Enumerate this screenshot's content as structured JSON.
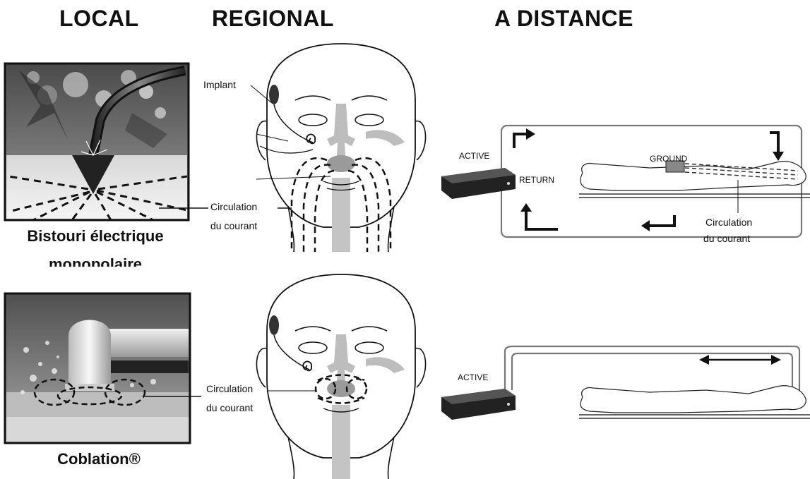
{
  "headers": {
    "local": "LOCAL",
    "regional": "REGIONAL",
    "distance": "A DISTANCE"
  },
  "row1": {
    "local_caption_line1": "Bistouri électrique",
    "local_caption_line2": "monopolaire",
    "regional_implant_label": "Implant",
    "regional_current_line1": "Circulation",
    "regional_current_line2": "du courant",
    "distance_active_label": "ACTIVE",
    "distance_return_label": "RETURN",
    "distance_ground_label": "GROUND",
    "distance_current_line1": "Circulation",
    "distance_current_line2": "du courant"
  },
  "row2": {
    "local_caption": "Coblation®",
    "regional_current_line1": "Circulation",
    "regional_current_line2": "du courant",
    "distance_active_label": "ACTIVE"
  }
}
